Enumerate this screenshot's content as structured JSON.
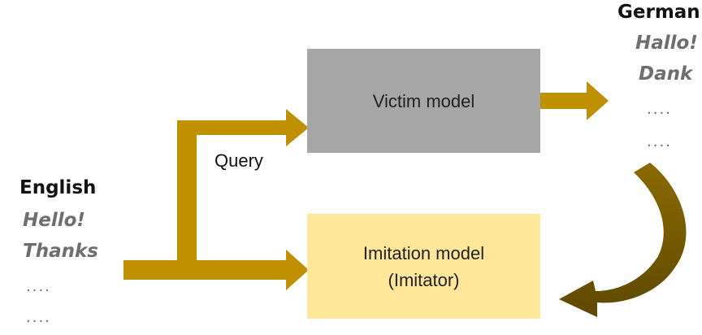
{
  "diagram": {
    "source": {
      "heading": "English",
      "phrases": [
        "Hello!",
        "Thanks",
        "....",
        "...."
      ]
    },
    "target": {
      "heading": "German",
      "phrases": [
        "Hallo!",
        "Dank",
        "....",
        "...."
      ]
    },
    "query_label": "Query",
    "victim_box": {
      "label": "Victim model"
    },
    "imitation_box": {
      "line1": "Imitation model",
      "line2": "(Imitator)"
    },
    "colors": {
      "arrow": "#bf9000",
      "curved_arrow": "#7f6000",
      "victim_fill": "#a6a6a6",
      "imitation_fill": "#ffe699"
    }
  }
}
